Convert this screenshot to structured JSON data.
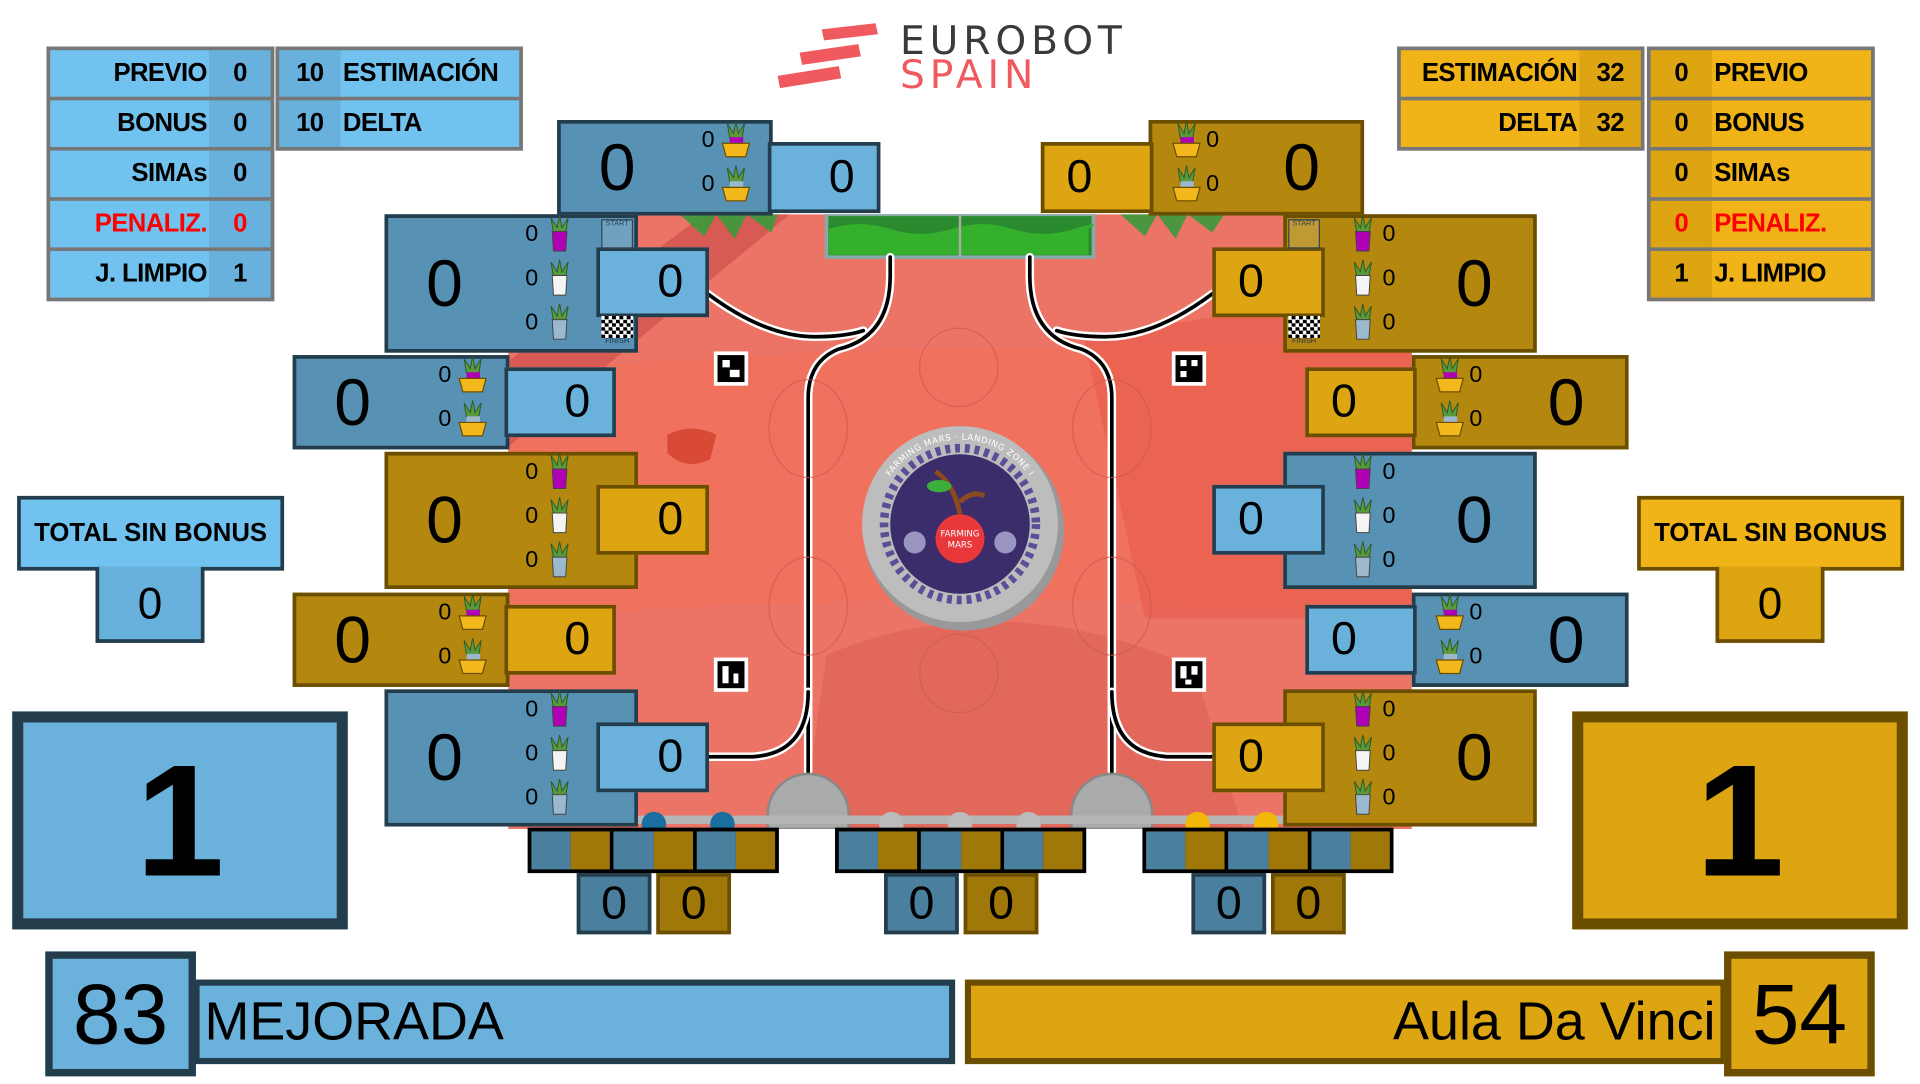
{
  "logo": {
    "line1": "EUROBOT",
    "line2": "SPAIN"
  },
  "labels": {
    "previo": "PREVIO",
    "bonus": "BONUS",
    "simas": "SIMAs",
    "penaliz": "PENALIZ.",
    "j_limpio": "J. LIMPIO",
    "estimacion": "ESTIMACIÓN",
    "delta": "DELTA",
    "total_sin_bonus": "TOTAL SIN BONUS"
  },
  "blue_team": {
    "color": "#6ab2db",
    "name": "MEJORADA",
    "score": "83",
    "big_value": "1",
    "total_sin_bonus": "0",
    "previo": "0",
    "bonus": "0",
    "simas": "0",
    "penaliz": "0",
    "j_limpio": "1",
    "estimacion": "10",
    "delta": "10"
  },
  "gold_team": {
    "color": "#dea512",
    "name": "Aula Da Vinci",
    "score": "54",
    "big_value": "1",
    "total_sin_bonus": "0",
    "previo": "0",
    "bonus": "0",
    "simas": "0",
    "penaliz": "0",
    "j_limpio": "1",
    "estimacion": "32",
    "delta": "32"
  },
  "zones": [
    {
      "team": "blue",
      "big": "0",
      "light": "0",
      "counters": [
        "0",
        "0"
      ]
    },
    {
      "team": "blue",
      "big": "0",
      "light": "0",
      "counters": [
        "0",
        "0",
        "0"
      ]
    },
    {
      "team": "blue",
      "big": "0",
      "light": "0",
      "counters": [
        "0",
        "0"
      ]
    },
    {
      "team": "gold",
      "big": "0",
      "light": "0",
      "counters": [
        "0",
        "0",
        "0"
      ]
    },
    {
      "team": "gold",
      "big": "0",
      "light": "0",
      "counters": [
        "0",
        "0"
      ]
    },
    {
      "team": "blue",
      "big": "0",
      "light": "0",
      "counters": [
        "0",
        "0",
        "0"
      ]
    },
    {
      "team": "gold",
      "big": "0",
      "light": "0",
      "counters": [
        "0",
        "0"
      ]
    },
    {
      "team": "gold",
      "big": "0",
      "light": "0",
      "counters": [
        "0",
        "0",
        "0"
      ]
    },
    {
      "team": "gold",
      "big": "0",
      "light": "0",
      "counters": [
        "0",
        "0"
      ]
    },
    {
      "team": "blue",
      "big": "0",
      "light": "0",
      "counters": [
        "0",
        "0",
        "0"
      ]
    },
    {
      "team": "blue",
      "big": "0",
      "light": "0",
      "counters": [
        "0",
        "0"
      ]
    },
    {
      "team": "gold",
      "big": "0",
      "light": "0",
      "counters": [
        "0",
        "0",
        "0"
      ]
    }
  ],
  "solar_panels": [
    {
      "blue": "0",
      "gold": "0"
    },
    {
      "blue": "0",
      "gold": "0"
    },
    {
      "blue": "0",
      "gold": "0"
    }
  ],
  "field": {
    "start_label": "START",
    "finish_label": "FINISH",
    "medallion_text": "FARMING MARS",
    "medallion_ring": "FARMING MARS · LANDING ZONE I"
  }
}
